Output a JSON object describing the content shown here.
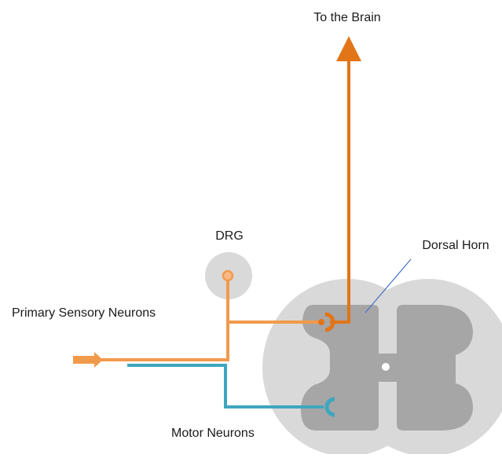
{
  "labels": {
    "to_brain": "To the Brain",
    "drg": "DRG",
    "dorsal_horn": "Dorsal Horn",
    "primary_sensory": "Primary Sensory Neurons",
    "motor_neurons": "Motor Neurons"
  },
  "colors": {
    "sensory": "#f29a4c",
    "ascending": "#e27518",
    "motor": "#3fa6bf",
    "white_matter": "#d9d9d9",
    "gray_matter": "#a6a6a6",
    "drg_body": "#d9d9d9",
    "pointer_line": "#4472c4",
    "text": "#1a1a1a"
  }
}
